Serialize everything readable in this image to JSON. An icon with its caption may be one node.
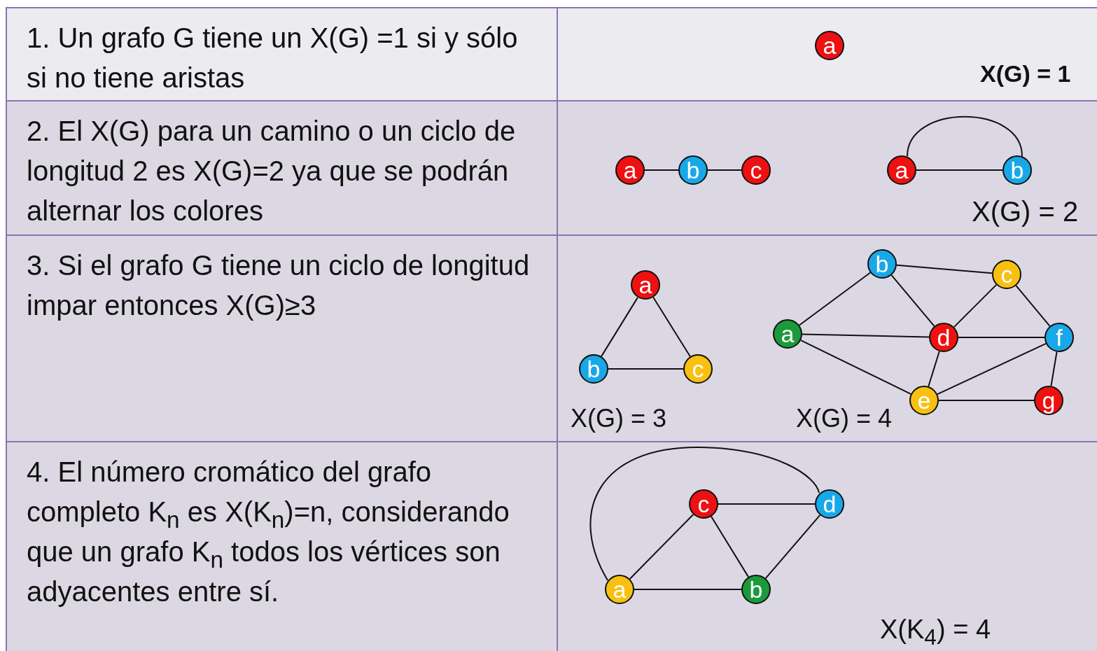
{
  "diagram": {
    "nodes": [
      {
        "text": [
          "a"
        ]
      },
      {
        "text": [
          "a"
        ]
      },
      {
        "text": [
          "b"
        ]
      },
      {
        "text": [
          "c"
        ]
      },
      {
        "text": [
          "a"
        ]
      },
      {
        "text": [
          "b"
        ]
      },
      {
        "text": [
          "a"
        ]
      },
      {
        "text": [
          "b"
        ]
      },
      {
        "text": [
          "c"
        ]
      },
      {
        "text": [
          "b"
        ]
      },
      {
        "text": [
          "c"
        ]
      },
      {
        "text": [
          "a"
        ]
      },
      {
        "text": [
          "d"
        ]
      },
      {
        "text": [
          "f"
        ]
      },
      {
        "text": [
          "e"
        ]
      },
      {
        "text": [
          "g"
        ]
      },
      {
        "text": [
          "c"
        ]
      },
      {
        "text": [
          "d"
        ]
      },
      {
        "text": [
          "a"
        ]
      },
      {
        "text": [
          "b"
        ]
      }
    ],
    "edges": [
      {
        "from": 1,
        "to": 2,
        "arrow": "none"
      },
      {
        "from": 2,
        "to": 3,
        "arrow": "none"
      },
      {
        "from": 4,
        "to": 5,
        "arrow": "none"
      },
      {
        "from": 4,
        "to": 5,
        "arrow": "none"
      },
      {
        "from": 6,
        "to": 7,
        "arrow": "none"
      },
      {
        "from": 6,
        "to": 8,
        "arrow": "none"
      },
      {
        "from": 7,
        "to": 8,
        "arrow": "none"
      },
      {
        "from": 9,
        "to": 10,
        "arrow": "none"
      },
      {
        "from": 9,
        "to": 11,
        "arrow": "none"
      },
      {
        "from": 9,
        "to": 12,
        "arrow": "none"
      },
      {
        "from": 10,
        "to": 12,
        "arrow": "none"
      },
      {
        "from": 10,
        "to": 13,
        "arrow": "none"
      },
      {
        "from": 11,
        "to": 12,
        "arrow": "none"
      },
      {
        "from": 11,
        "to": 14,
        "arrow": "none"
      },
      {
        "from": 12,
        "to": 13,
        "arrow": "none"
      },
      {
        "from": 12,
        "to": 14,
        "arrow": "none"
      },
      {
        "from": 13,
        "to": 14,
        "arrow": "none"
      },
      {
        "from": 13,
        "to": 15,
        "arrow": "none"
      },
      {
        "from": 14,
        "to": 15,
        "arrow": "none"
      },
      {
        "from": 16,
        "to": 17,
        "arrow": "none"
      },
      {
        "from": 16,
        "to": 18,
        "arrow": "none"
      },
      {
        "from": 16,
        "to": 19,
        "arrow": "none"
      },
      {
        "from": 17,
        "to": 19,
        "arrow": "none"
      },
      {
        "from": 18,
        "to": 19,
        "arrow": "none"
      },
      {
        "from": 18,
        "to": 17,
        "arrow": "none"
      }
    ],
    "labels": [
      "1. Un grafo G tiene un X(G) =1 si y sólo si no tiene aristas",
      "X(G) = 1",
      "2. El X(G) para un camino o un ciclo de longitud 2 es X(G)=2 ya que se podrán alternar los colores",
      "X(G) = 2",
      "3. Si el grafo G tiene un ciclo de longitud impar entonces X(G)≥3",
      "X(G) = 3",
      "X(G) = 4",
      "4. El número cromático del grafo completo K$_{n}$ es X(K$_{n}$)=n, considerando que un grafo K$_{n}$ todos los vértices son adyacentes entre sí.",
      "X(K$_{4}$) = 4"
    ]
  }
}
